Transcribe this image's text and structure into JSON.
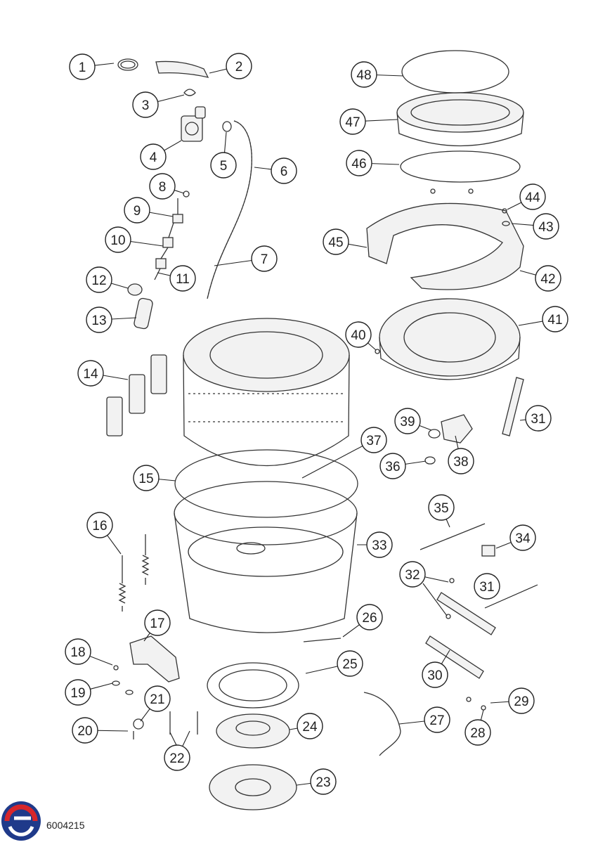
{
  "document_code": "6004215",
  "logo_icon": "brand-logo-icon",
  "colors": {
    "logo_blue": "#1f3a8a",
    "logo_red": "#d7262b",
    "line": "#333333"
  },
  "callouts": [
    "1",
    "2",
    "3",
    "4",
    "5",
    "6",
    "7",
    "8",
    "9",
    "10",
    "11",
    "12",
    "13",
    "14",
    "15",
    "16",
    "17",
    "18",
    "19",
    "20",
    "21",
    "22",
    "23",
    "24",
    "25",
    "26",
    "27",
    "28",
    "29",
    "30",
    "31",
    "32",
    "33",
    "34",
    "35",
    "36",
    "37",
    "38",
    "39",
    "40",
    "41",
    "42",
    "43",
    "44",
    "45",
    "46",
    "47",
    "48"
  ]
}
